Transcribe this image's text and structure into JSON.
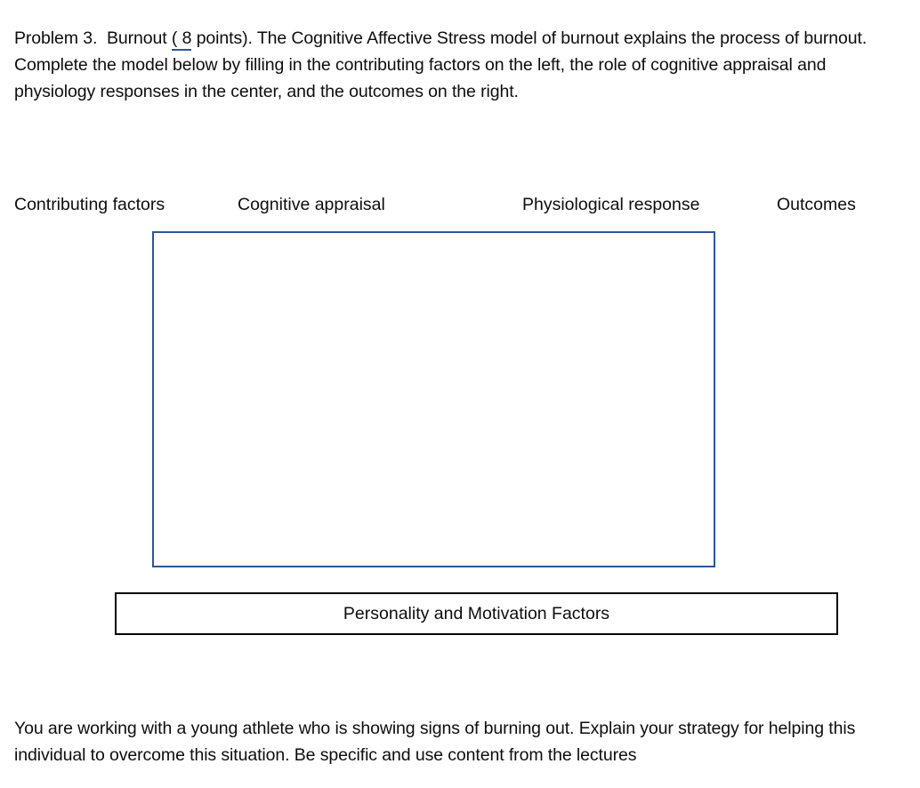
{
  "document": {
    "intro": {
      "problem_label": "Problem 3.",
      "topic": "Burnout",
      "points_open_paren": "(",
      "points_value": "8",
      "points_suffix": "points).",
      "body": "The Cognitive Affective Stress model of burnout explains the process of burnout. Complete the model below by filling in the contributing factors on the left, the role of cognitive appraisal and physiology responses in the center, and the outcomes on the right.",
      "underline_color": "#2f5496"
    },
    "diagram": {
      "column_headers": [
        "Contributing factors",
        "Cognitive appraisal",
        "Physiological response",
        "Outcomes"
      ],
      "model_box": {
        "content": "",
        "border_color": "#2f5496"
      },
      "personality_box": {
        "label": "Personality and Motivation Factors",
        "border_color": "#000000"
      }
    },
    "closing": {
      "text": "You are working with a young athlete who is showing signs of burning out. Explain your strategy for helping this individual to overcome this situation.  Be specific and use content from the lectures"
    }
  }
}
